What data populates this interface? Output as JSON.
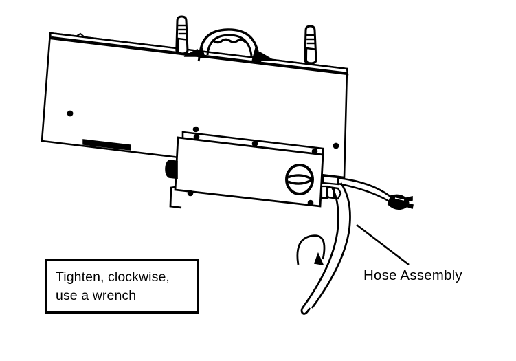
{
  "figure": {
    "kind": "technical-line-drawing",
    "subject": "Appliance rear panel with control box, valve knob, hose assembly and power cord",
    "background_color": "#ffffff",
    "line_color": "#000000"
  },
  "callout": {
    "line1": "Tighten, clockwise,",
    "line2": "use a wrench",
    "border_color": "#000000",
    "fill_color": "#ffffff"
  },
  "labels": {
    "hose_assembly": "Hose Assembly"
  },
  "annotations": {
    "rotation_arrow": "clockwise-rotation-arrow",
    "leader_line": "hose-assembly-leader-line"
  },
  "parts": {
    "main_body": "main-chassis-panel",
    "control_box": "control-box",
    "valve_knob": "valve-knob",
    "hex_nut": "hex-nut-fitting",
    "hose": "hose-assembly",
    "power_cord": "power-cord",
    "plug": "power-plug-connector",
    "post_left": "mounting-post-left",
    "post_right": "mounting-post-right",
    "handle_arch": "arched-handle",
    "grip_bar": "bottom-grip-bar",
    "side_boss": "left-side-boss",
    "bracket_foot": "control-box-bracket-foot",
    "screws": "screw-dots"
  }
}
